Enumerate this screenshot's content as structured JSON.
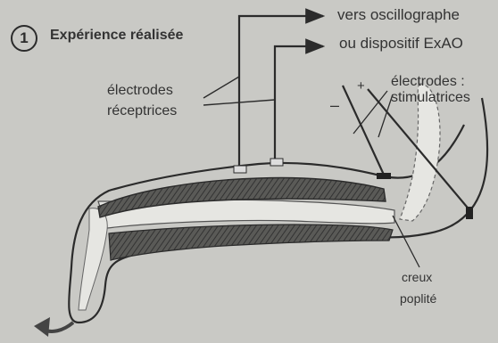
{
  "figure": {
    "step_number": "1",
    "title": "Expérience réalisée",
    "output_line1": "vers oscillographe",
    "output_line2": "ou dispositif ExAO",
    "receptor_line1": "électrodes",
    "receptor_line2": "réceptrices",
    "stimulator_line1": "électrodes :",
    "stimulator_line2": "stimulatrices",
    "plus_sign": "+",
    "minus_sign": "–",
    "popliteal_line1": "creux",
    "popliteal_line2": "poplité"
  },
  "colors": {
    "background": "#c9c9c5",
    "ink": "#2b2b2b",
    "muscle": "#4a4a48",
    "bone": "#e6e6e2"
  }
}
